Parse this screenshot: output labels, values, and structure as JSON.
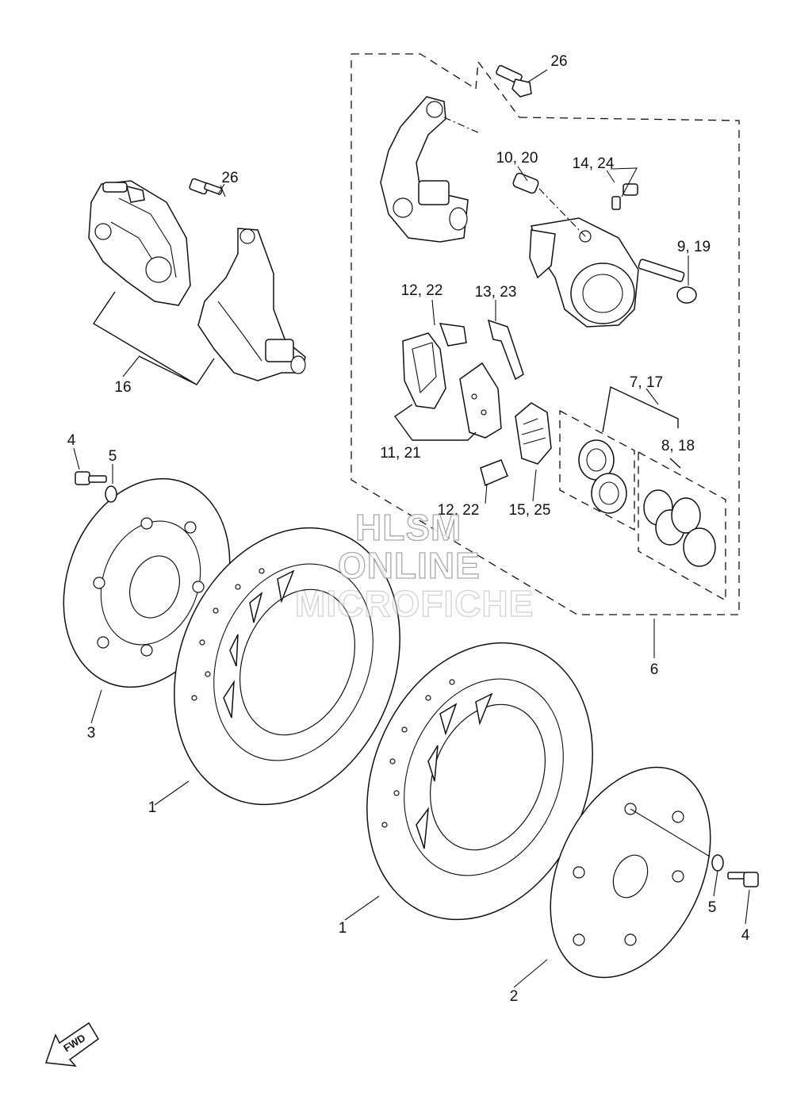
{
  "watermark": {
    "line1": "HLSM",
    "line2": "ONLINE",
    "line3": "MICROFICHE"
  },
  "fwd_label": "FWD",
  "callouts": {
    "c26a": "26",
    "c26b": "26",
    "c10_20": "10, 20",
    "c14_24": "14, 24",
    "c9_19": "9, 19",
    "c12_22a": "12, 22",
    "c13_23": "13, 23",
    "c16": "16",
    "c7_17": "7, 17",
    "c8_18": "8, 18",
    "c11_21": "11, 21",
    "c4a": "4",
    "c5a": "5",
    "c12_22b": "12, 22",
    "c15_25": "15, 25",
    "c6": "6",
    "c3": "3",
    "c1a": "1",
    "c1b": "1",
    "c5b": "5",
    "c4b": "4",
    "c2": "2"
  }
}
